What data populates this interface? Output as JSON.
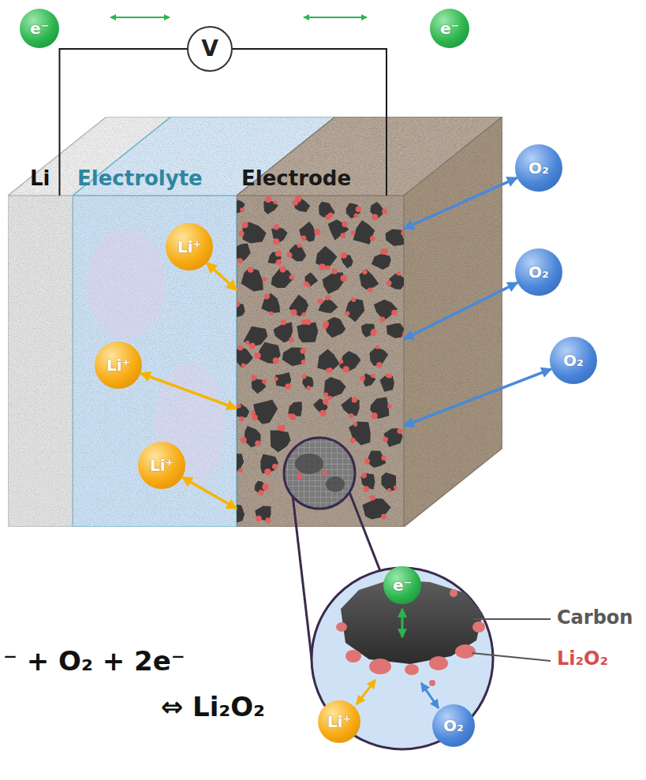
{
  "diagram": {
    "nodes": [
      {
        "text": [
          "e⁻"
        ]
      },
      {
        "text": [
          "V"
        ]
      },
      {
        "text": [
          "e⁻"
        ]
      },
      {
        "text": [
          "Li"
        ]
      },
      {
        "text": [
          "Electrolyte"
        ]
      },
      {
        "text": [
          "Electrode"
        ]
      },
      {
        "text": [
          "Li⁺"
        ],
        "in": 4
      },
      {
        "text": [
          "Li⁺"
        ],
        "in": 4
      },
      {
        "text": [
          "Li⁺"
        ],
        "in": 4
      },
      {
        "text": [
          "O₂"
        ]
      },
      {
        "text": [
          "O₂"
        ]
      },
      {
        "text": [
          "O₂"
        ]
      },
      {
        "text": [
          "e⁻"
        ]
      },
      {
        "text": [
          "Li⁺"
        ]
      },
      {
        "text": [
          "O₂"
        ]
      }
    ],
    "edges": [
      {
        "from": 1,
        "to": 3,
        "arrow": "none"
      },
      {
        "from": 1,
        "to": 5,
        "arrow": "none"
      },
      {
        "from": 6,
        "to": 5,
        "arrow": "both"
      },
      {
        "from": 7,
        "to": 5,
        "arrow": "both"
      },
      {
        "from": 8,
        "to": 5,
        "arrow": "both"
      },
      {
        "from": 9,
        "to": 5,
        "arrow": "both"
      },
      {
        "from": 10,
        "to": 5,
        "arrow": "both"
      },
      {
        "from": 11,
        "to": 5,
        "arrow": "both"
      }
    ],
    "labels": [
      "⁻ + O₂ + 2e⁻",
      "⇔ Li₂O₂",
      "Carbon",
      "Li₂O₂"
    ]
  }
}
